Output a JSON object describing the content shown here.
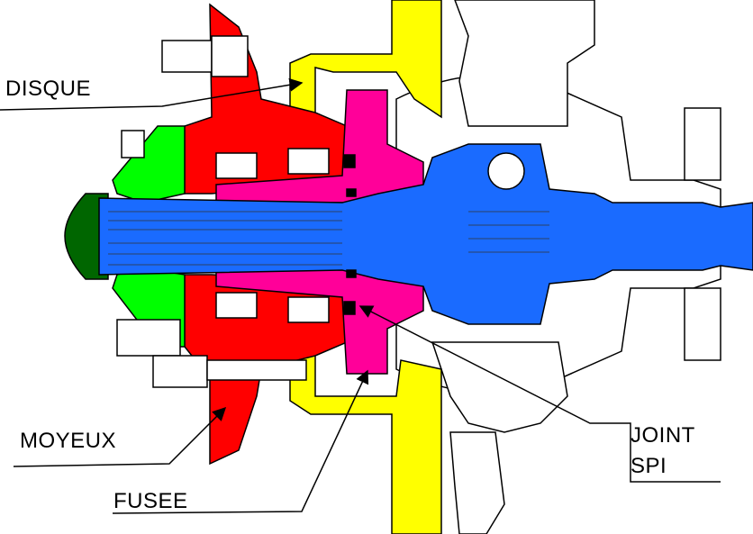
{
  "title": "Wheel hub assembly cross-section",
  "labels": {
    "disque": "DISQUE",
    "moyeux": "MOYEUX",
    "fusee": "FUSEE",
    "joint_spi_line1": "JOINT",
    "joint_spi_line2": "SPI"
  },
  "colors": {
    "disque": "#ffff00",
    "moyeux": "#ff0000",
    "fusee": "#ff0099",
    "cap": "#00ff00",
    "shaft": "#0066ff",
    "dust_cap": "#006600"
  }
}
